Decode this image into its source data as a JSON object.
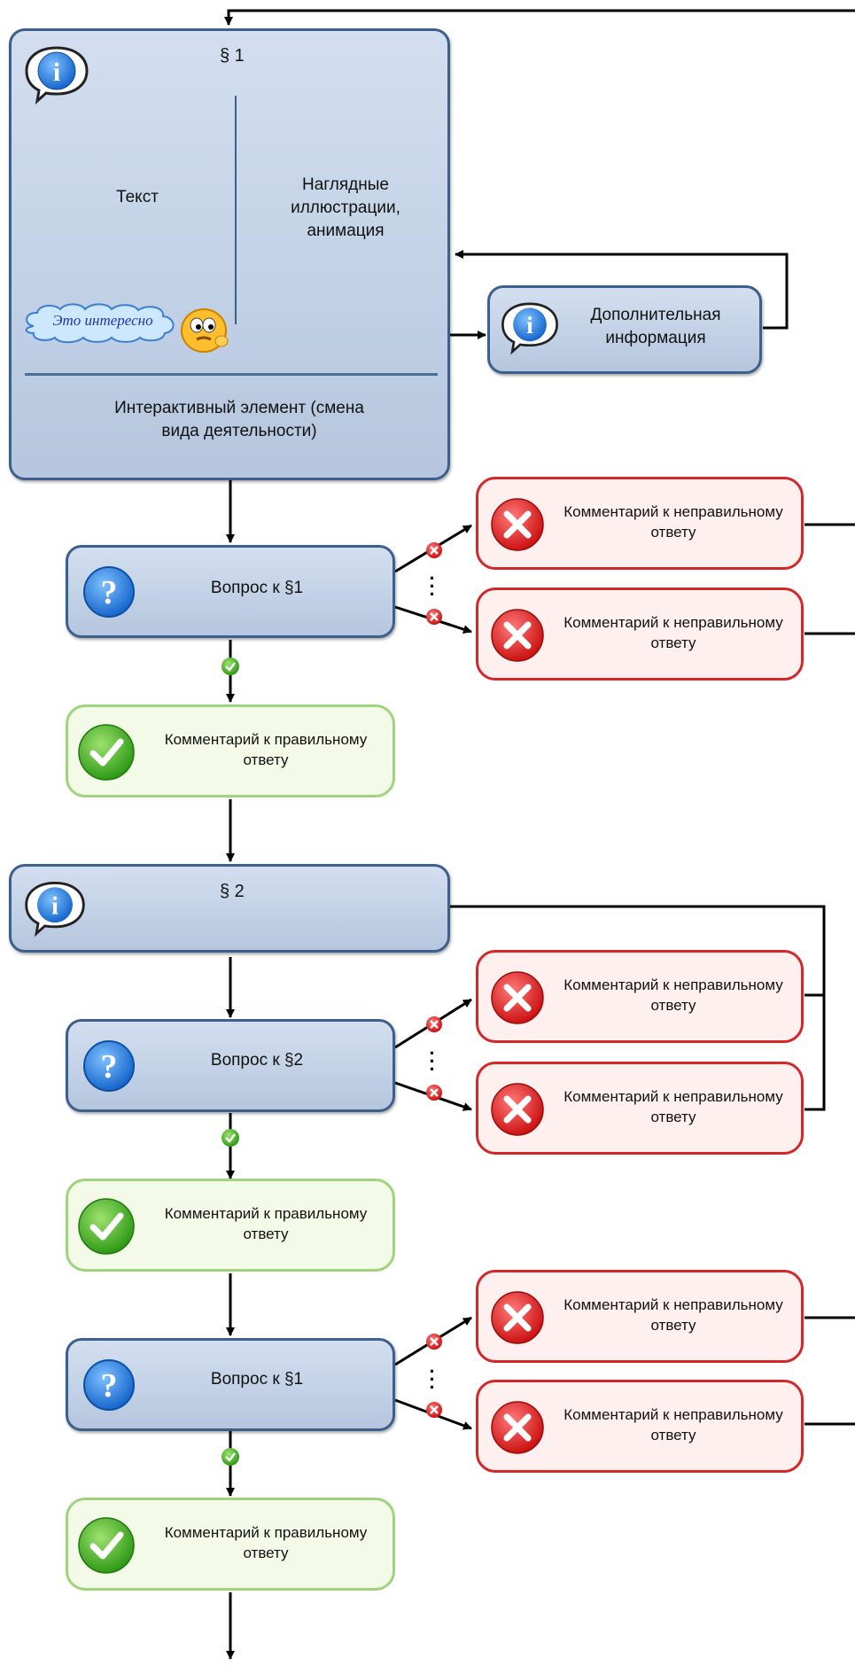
{
  "section1": {
    "title": "§ 1",
    "text": "Текст",
    "illustrations": "Наглядные иллюстрации, анимация",
    "interesting": "Это интересно",
    "interactive": "Интерактивный элемент (смена вида деятельности)"
  },
  "additional_info": "Дополнительная информация",
  "section2": {
    "title": "§ 2"
  },
  "questions": [
    "Вопрос к §1",
    "Вопрос к §2",
    "Вопрос к §1"
  ],
  "wrong_comment": "Комментарий к неправильному ответу",
  "right_comment": "Комментарий к правильному ответу",
  "colors": {
    "blue_border": "#3c5f8c",
    "blue_fill": "#c4d3e8",
    "red": "#d42828",
    "green": "#5fb52e",
    "question_icon": "#2173d9"
  }
}
